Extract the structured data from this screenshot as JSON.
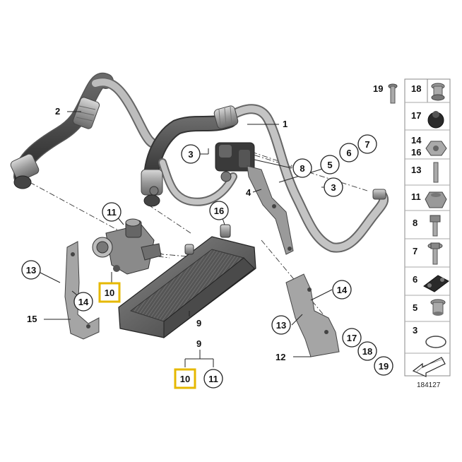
{
  "diagram": {
    "reference_number": "184127",
    "highlight_color": "#e6b800",
    "callouts": {
      "c11_top": "11",
      "c16": "16",
      "c3_left": "3",
      "c8": "8",
      "c5": "5",
      "c6": "6",
      "c7": "7",
      "c3_right": "3",
      "c13_left": "13",
      "c14_left": "14",
      "c10_upper": "10",
      "c14_right": "14",
      "c13_right": "13",
      "c17": "17",
      "c18": "18",
      "c19": "19",
      "c10_lower": "10",
      "c11_lower": "11"
    },
    "plain_labels": {
      "p1": "1",
      "p2": "2",
      "p4": "4",
      "p9_mid": "9",
      "p9_group": "9",
      "p12": "12",
      "p15": "15"
    },
    "side_panel": [
      "19",
      "18",
      "17",
      "14",
      "16",
      "13",
      "11",
      "8",
      "7",
      "6",
      "5",
      "3"
    ]
  }
}
